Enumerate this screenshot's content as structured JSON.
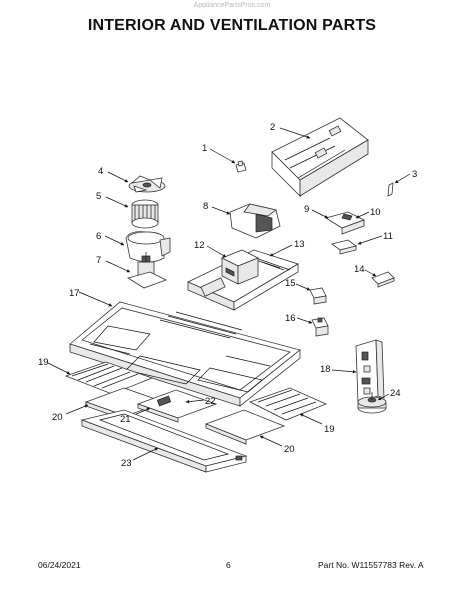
{
  "watermark": "AppliancePartsPros.com",
  "title": "INTERIOR AND VENTILATION PARTS",
  "callouts": [
    "1",
    "2",
    "3",
    "4",
    "5",
    "6",
    "7",
    "8",
    "9",
    "10",
    "11",
    "12",
    "13",
    "14",
    "15",
    "16",
    "17",
    "18",
    "19",
    "19",
    "20",
    "20",
    "21",
    "22",
    "23",
    "24"
  ],
  "footer": {
    "date": "06/24/2021",
    "page": "6",
    "part": "Part No. W11557783  Rev. A"
  }
}
